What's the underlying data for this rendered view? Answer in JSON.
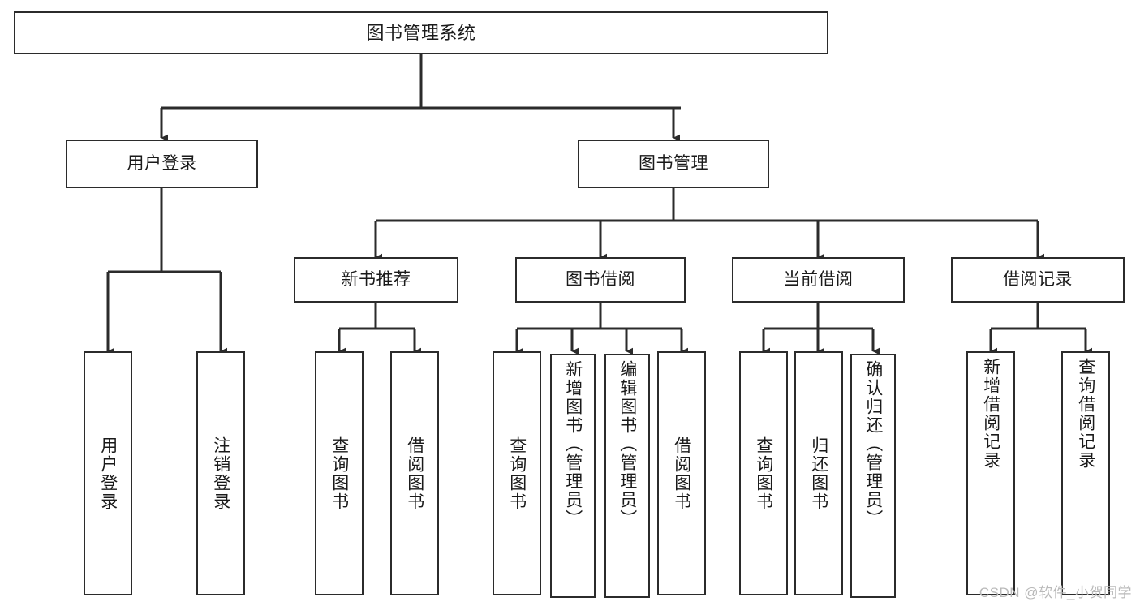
{
  "diagram": {
    "title": "图书管理系统",
    "watermark": "CSDN @软件_小贺同学",
    "line_color": "#2b2b2b",
    "box_border_color": "#2b2b2b",
    "box_fill": "#ffffff",
    "text_color": "#1a1a1a",
    "watermark_color": "#b9b9b9",
    "nodes": {
      "root": {
        "label": "图书管理系统"
      },
      "level2": [
        {
          "id": "user-login",
          "label": "用户登录"
        },
        {
          "id": "book-management",
          "label": "图书管理"
        }
      ],
      "level3": [
        {
          "id": "new-book-recommend",
          "label": "新书推荐"
        },
        {
          "id": "book-borrow",
          "label": "图书借阅"
        },
        {
          "id": "current-borrow",
          "label": "当前借阅"
        },
        {
          "id": "borrow-record",
          "label": "借阅记录"
        }
      ],
      "leaves": [
        {
          "id": "user-login-leaf",
          "label": "用户登录",
          "parent": "user-login"
        },
        {
          "id": "logout-leaf",
          "label": "注销登录",
          "parent": "user-login"
        },
        {
          "id": "query-book-1",
          "label": "查询图书",
          "parent": "new-book-recommend"
        },
        {
          "id": "borrow-book-1",
          "label": "借阅图书",
          "parent": "new-book-recommend"
        },
        {
          "id": "query-book-2",
          "label": "查询图书",
          "parent": "book-borrow"
        },
        {
          "id": "add-book-admin",
          "label": "新增图书（管理员）",
          "parent": "book-borrow"
        },
        {
          "id": "edit-book-admin",
          "label": "编辑图书（管理员）",
          "parent": "book-borrow"
        },
        {
          "id": "borrow-book-2",
          "label": "借阅图书",
          "parent": "book-borrow"
        },
        {
          "id": "query-book-3",
          "label": "查询图书",
          "parent": "current-borrow"
        },
        {
          "id": "return-book",
          "label": "归还图书",
          "parent": "current-borrow"
        },
        {
          "id": "confirm-return-admin",
          "label": "确认归还（管理员）",
          "parent": "current-borrow"
        },
        {
          "id": "add-borrow-record",
          "label": "新增借阅记录",
          "parent": "borrow-record"
        },
        {
          "id": "query-borrow-record",
          "label": "查询借阅记录",
          "parent": "borrow-record"
        }
      ]
    }
  }
}
